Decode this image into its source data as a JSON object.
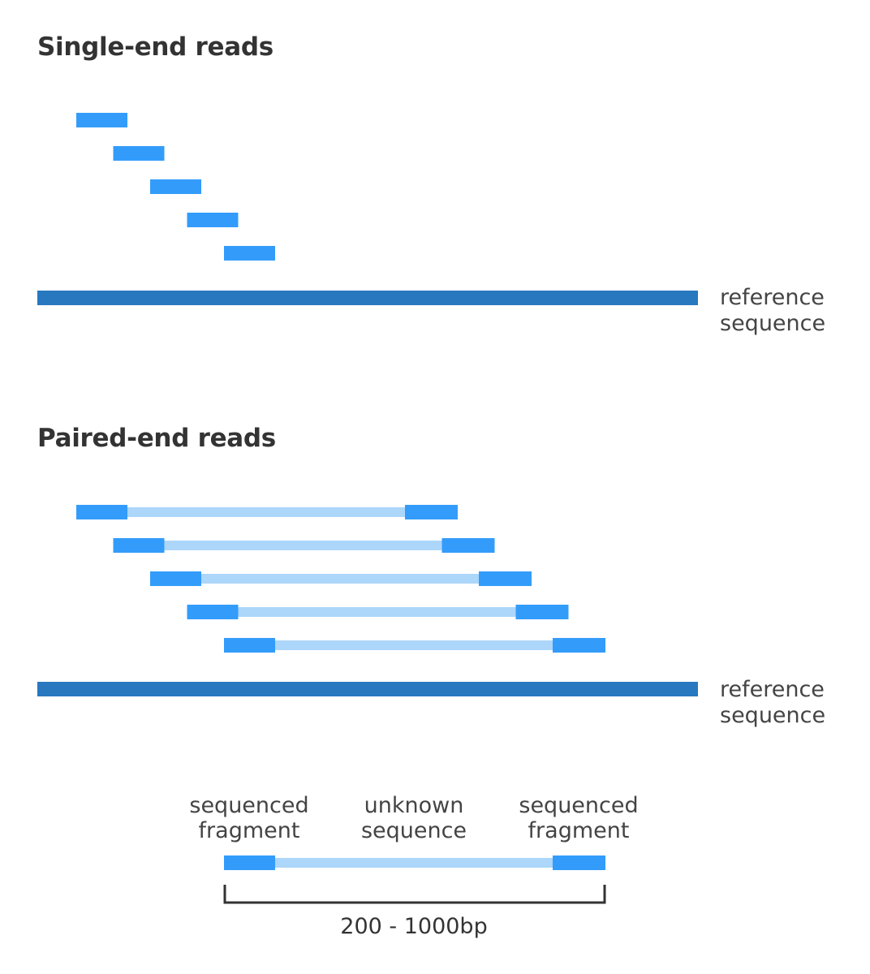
{
  "single_end": {
    "title": "Single-end reads",
    "read_count": 5,
    "reference_label": [
      "reference",
      "sequence"
    ]
  },
  "paired_end": {
    "title": "Paired-end reads",
    "pair_count": 5,
    "reference_label": [
      "reference",
      "sequence"
    ]
  },
  "legend": {
    "left_label": [
      "sequenced",
      "fragment"
    ],
    "middle_label": [
      "unknown",
      "sequence"
    ],
    "right_label": [
      "sequenced",
      "fragment"
    ],
    "range_label": "200 - 1000bp"
  },
  "colors": {
    "read": "#339cfb",
    "insert": "#acd6fa",
    "reference": "#2878c0",
    "bracket": "#333333"
  }
}
